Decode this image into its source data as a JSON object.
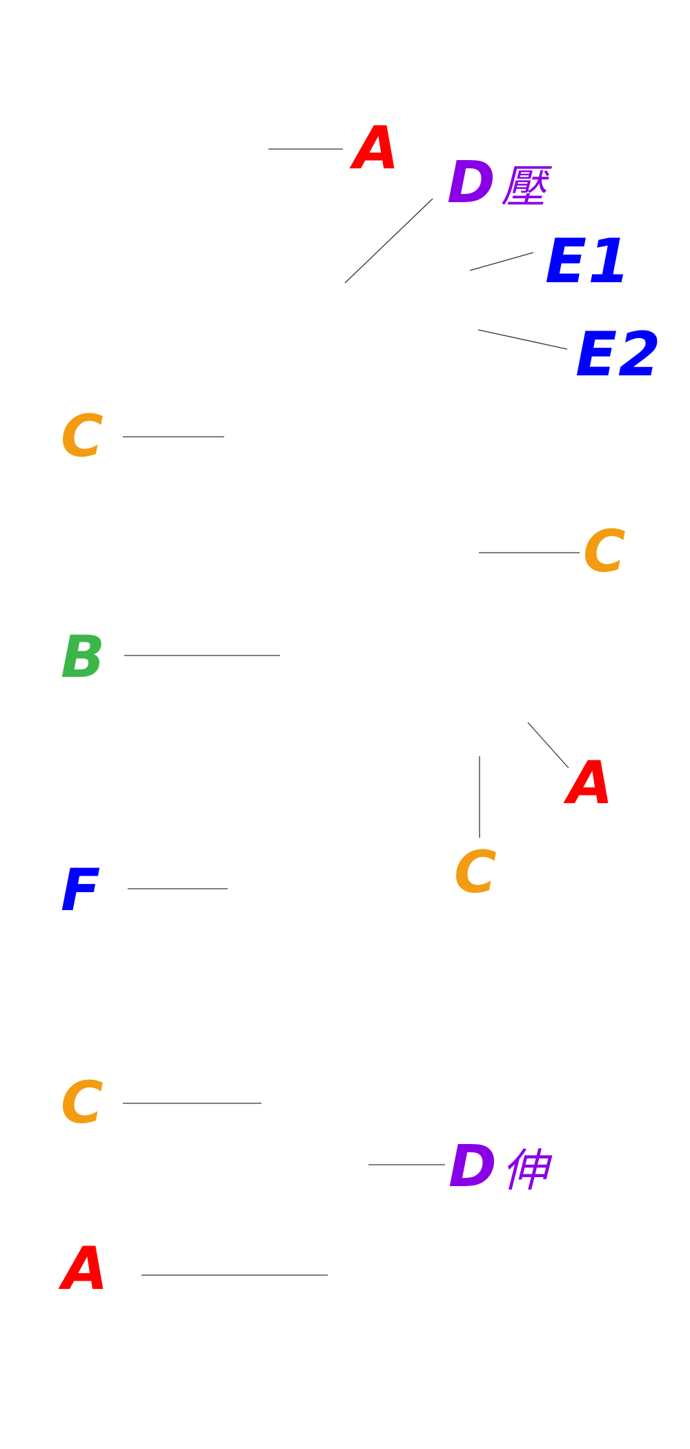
{
  "colors": {
    "A": "#ff0000",
    "B": "#3cb649",
    "C": "#f39c12",
    "D": "#8a00e6",
    "E": "#0000ff",
    "F": "#0000ff",
    "line": "#333333"
  },
  "labels": [
    {
      "id": "label-a-1",
      "letter": "A",
      "suffix": "",
      "group": "A"
    },
    {
      "id": "label-d-1",
      "letter": "D",
      "suffix": "壓",
      "group": "D"
    },
    {
      "id": "label-e1",
      "letter": "E1",
      "suffix": "",
      "group": "E"
    },
    {
      "id": "label-e2",
      "letter": "E2",
      "suffix": "",
      "group": "E"
    },
    {
      "id": "label-c-1",
      "letter": "C",
      "suffix": "",
      "group": "C"
    },
    {
      "id": "label-c-2",
      "letter": "C",
      "suffix": "",
      "group": "C"
    },
    {
      "id": "label-b",
      "letter": "B",
      "suffix": "",
      "group": "B"
    },
    {
      "id": "label-a-2",
      "letter": "A",
      "suffix": "",
      "group": "A"
    },
    {
      "id": "label-c-3",
      "letter": "C",
      "suffix": "",
      "group": "C"
    },
    {
      "id": "label-f",
      "letter": "F",
      "suffix": "",
      "group": "F"
    },
    {
      "id": "label-c-4",
      "letter": "C",
      "suffix": "",
      "group": "C"
    },
    {
      "id": "label-d-2",
      "letter": "D",
      "suffix": "伸",
      "group": "D"
    },
    {
      "id": "label-a-3",
      "letter": "A",
      "suffix": "",
      "group": "A"
    }
  ]
}
